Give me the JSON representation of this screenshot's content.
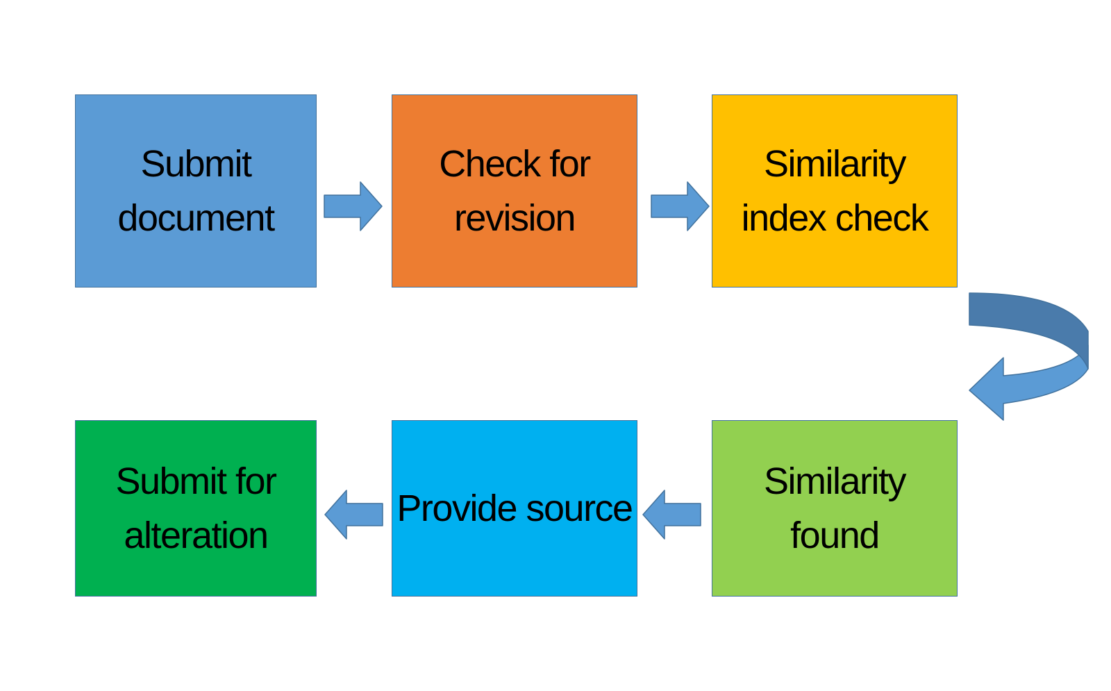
{
  "flow": {
    "steps": [
      {
        "label": "Submit\ndocument",
        "color": "#5b9bd5"
      },
      {
        "label": "Check for\nrevision",
        "color": "#ed7d31"
      },
      {
        "label": "Similarity\nindex check",
        "color": "#ffc000"
      },
      {
        "label": "Similarity\nfound",
        "color": "#92d050"
      },
      {
        "label": "Provide source",
        "color": "#00b0f0"
      },
      {
        "label": "Submit for\nalteration",
        "color": "#00b050"
      }
    ],
    "arrow_color": "#5b9bd5",
    "arrow_dark_color": "#4a7bab",
    "border_color": "#41719c"
  }
}
